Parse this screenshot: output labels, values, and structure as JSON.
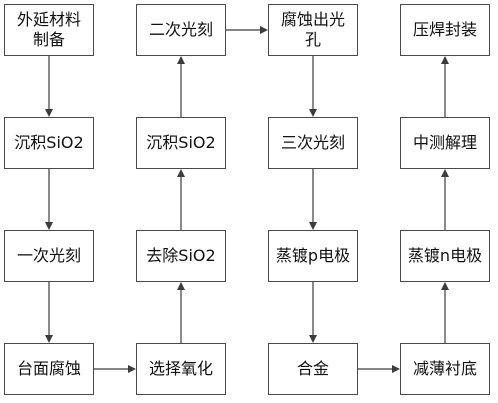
{
  "steps": {
    "s1": "外延材料\n制备",
    "s2": "沉积SiO2",
    "s3": "一次光刻",
    "s4": "台面腐蚀",
    "s5": "选择氧化",
    "s6": "去除SiO2",
    "s7": "沉积SiO2",
    "s8": "二次光刻",
    "s9": "腐蚀出光\n孔",
    "s10": "三次光刻",
    "s11": "蒸镀p电极",
    "s12": "合金",
    "s13": "减薄衬底",
    "s14": "蒸镀n电极",
    "s15": "中测解理",
    "s16": "压焊封装"
  }
}
